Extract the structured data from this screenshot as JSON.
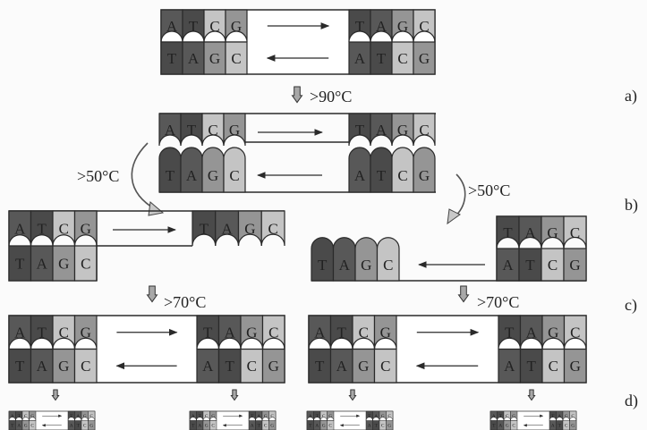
{
  "colors": {
    "A": "#585858",
    "T": "#4a4a4a",
    "C": "#c4c4c4",
    "G": "#959595",
    "outline": "#2a2a2a",
    "text": "#222222",
    "temp_arrow": "#a8a8a8"
  },
  "bases": {
    "top_left": [
      "A",
      "T",
      "C",
      "G"
    ],
    "bottom_left": [
      "T",
      "A",
      "G",
      "C"
    ],
    "top_right": [
      "T",
      "A",
      "G",
      "C"
    ],
    "bottom_right": [
      "A",
      "T",
      "C",
      "G"
    ]
  },
  "temperatures": {
    "denature": ">90°C",
    "anneal_left": ">50°C",
    "anneal_right": ">50°C",
    "extend_left": ">70°C",
    "extend_right": ">70°C"
  },
  "step_labels": {
    "a": "a)",
    "b": "b)",
    "c": "c)",
    "d": "d)"
  }
}
